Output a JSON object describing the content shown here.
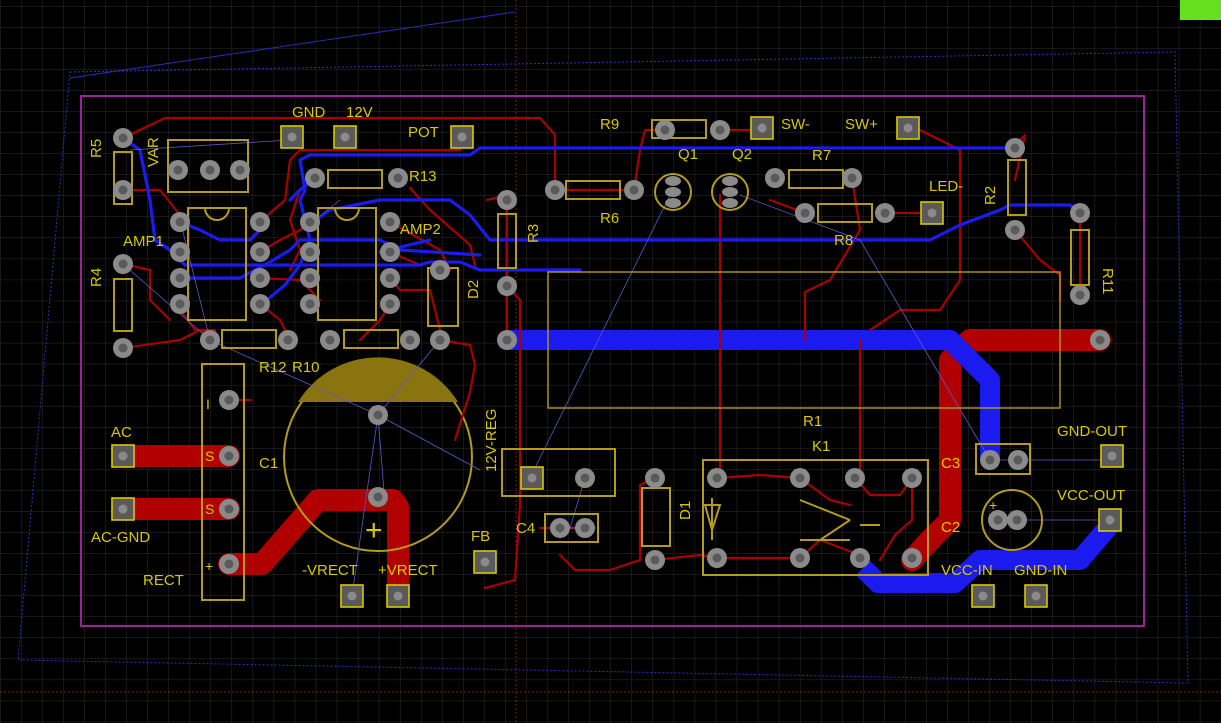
{
  "colors": {
    "background": "#000000",
    "grid": "#2e2e2e",
    "board_outline": "#a0209a",
    "bottom_copper": "#b00000",
    "top_copper": "#1b1bf0",
    "silkscreen": "#d8c800",
    "pad": "#8a8a8a",
    "indicator": "#64e01e"
  },
  "status_indicator": "green-indicator",
  "labels": {
    "r5": "R5",
    "var": "VAR",
    "gnd": "GND",
    "v12": "12V",
    "pot": "POT",
    "r9": "R9",
    "sw_minus": "SW-",
    "sw_plus": "SW+",
    "q1": "Q1",
    "q2": "Q2",
    "r7": "R7",
    "led_minus": "LED-",
    "r2": "R2",
    "r13": "R13",
    "r6": "R6",
    "r8": "R8",
    "r3": "R3",
    "r11": "R11",
    "amp1": "AMP1",
    "amp2": "AMP2",
    "r4": "R4",
    "d2": "D2",
    "r12": "R12",
    "r10": "R10",
    "r1": "R1",
    "k1": "K1",
    "ac": "AC",
    "c1": "C1",
    "ac_gnd": "AC-GND",
    "rect": "RECT",
    "v12_reg": "12V-REG",
    "c4": "C4",
    "fb": "FB",
    "d1": "D1",
    "c3": "C3",
    "c2": "C2",
    "gnd_out": "GND-OUT",
    "vcc_out": "VCC-OUT",
    "vcc_in": "VCC-IN",
    "gnd_in": "GND-IN",
    "minus_vrect": "-VRECT",
    "plus_vrect": "+VRECT"
  },
  "symbols": {
    "plus": "+",
    "tilde": "S",
    "minus_mark": "I"
  }
}
